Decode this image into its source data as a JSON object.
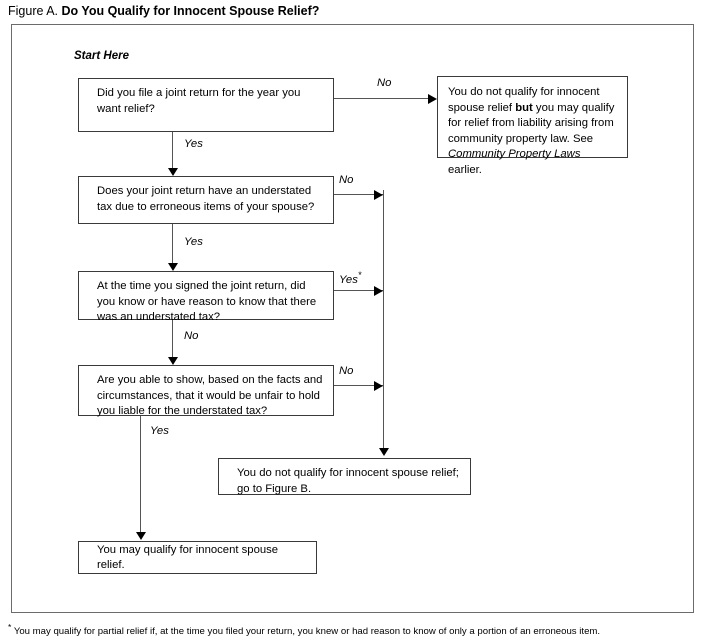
{
  "figure": {
    "caption_lead": "Figure A.",
    "caption_main": "Do You Qualify for Innocent Spouse Relief?",
    "start_label": "Start Here",
    "footnote_marker": "*",
    "footnote_text": "You may qualify for partial relief if, at the time you filed your return, you knew or had reason to know of only a portion of an erroneous item."
  },
  "nodes": {
    "q1": "Did you file a joint return for the year you want relief?",
    "q2": "Does your joint return have an understated tax due to erroneous items of your spouse?",
    "q3": "At the time you signed the joint return, did you know or have reason to know that there was an understated tax?",
    "q4": "Are you able to show, based on the facts and circumstances, that it would be unfair to hold you liable for the understated tax?",
    "community_property": {
      "part1": "You do not qualify for innocent spouse relief ",
      "bold": "but",
      "part2": " you may qualify for relief from liability arising from community property law. See ",
      "italic": "Community Property Laws",
      "part3": " earlier."
    },
    "figure_b": "You do not qualify for innocent spouse relief; go to Figure B.",
    "qualify": "You may qualify for innocent spouse relief."
  },
  "edges": {
    "q1_no": "No",
    "q1_yes": "Yes",
    "q2_no": "No",
    "q2_yes": "Yes",
    "q3_yes": "Yes",
    "q3_yes_star": "*",
    "q3_no": "No",
    "q4_no": "No",
    "q4_yes": "Yes"
  },
  "colors": {
    "frame": "#6b6b6b",
    "box_border": "#3a3a3a",
    "connector": "#555555",
    "arrow": "#000000",
    "text": "#000000",
    "background": "#ffffff"
  }
}
